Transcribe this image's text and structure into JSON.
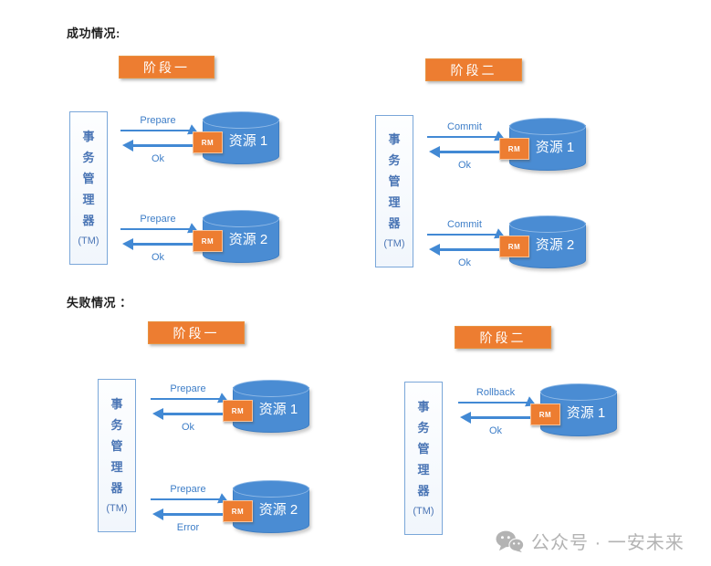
{
  "sections": {
    "success": {
      "label": "成功情况:"
    },
    "failure": {
      "label": "失败情况 ："
    }
  },
  "tm": {
    "chars": [
      "事",
      "务",
      "管",
      "理",
      "器"
    ],
    "abbr": "(TM)"
  },
  "quadrants": [
    {
      "name": "success-phase-1",
      "phase": "阶段一",
      "exchanges": [
        {
          "request": "Prepare",
          "response": "Ok",
          "rm": "RM",
          "resource": "资源 1"
        },
        {
          "request": "Prepare",
          "response": "Ok",
          "rm": "RM",
          "resource": "资源 2"
        }
      ]
    },
    {
      "name": "success-phase-2",
      "phase": "阶段二",
      "exchanges": [
        {
          "request": "Commit",
          "response": "Ok",
          "rm": "RM",
          "resource": "资源 1"
        },
        {
          "request": "Commit",
          "response": "Ok",
          "rm": "RM",
          "resource": "资源 2"
        }
      ]
    },
    {
      "name": "failure-phase-1",
      "phase": "阶段一",
      "exchanges": [
        {
          "request": "Prepare",
          "response": "Ok",
          "rm": "RM",
          "resource": "资源 1"
        },
        {
          "request": "Prepare",
          "response": "Error",
          "rm": "RM",
          "resource": "资源 2"
        }
      ]
    },
    {
      "name": "failure-phase-2",
      "phase": "阶段二",
      "exchanges": [
        {
          "request": "Rollback",
          "response": "Ok",
          "rm": "RM",
          "resource": "资源 1"
        }
      ]
    }
  ],
  "watermark": {
    "icon": "wechat-icon",
    "text": "公众号 · 一安未来"
  },
  "colors": {
    "orange": "#ED7D31",
    "cylinder_blue": "#4A8CD3",
    "arrow_blue": "#4289D4",
    "tm_text_blue": "#4A75B5",
    "watermark_gray": "#B3B3B3"
  }
}
